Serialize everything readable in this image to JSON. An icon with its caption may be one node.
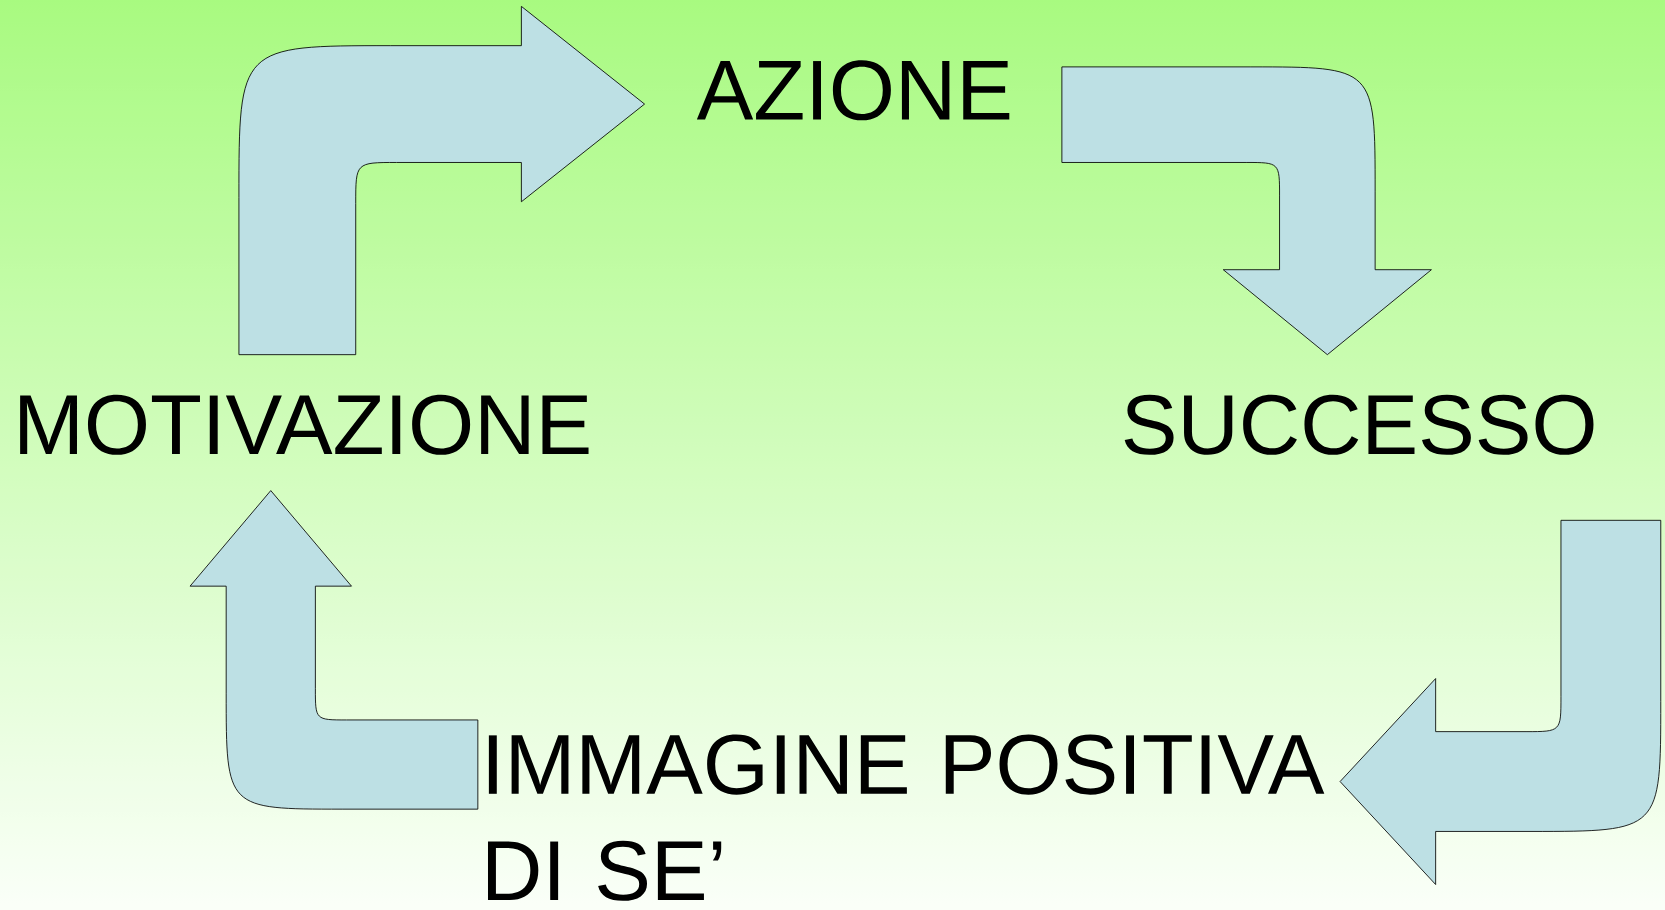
{
  "diagram": {
    "nodes": [
      {
        "text": [
          "AZIONE"
        ]
      },
      {
        "text": [
          "SUCCESSO"
        ]
      },
      {
        "text": [
          "IMMAGINE POSITIVA DI SE’"
        ]
      },
      {
        "text": [
          "MOTIVAZIONE"
        ]
      }
    ],
    "edges": [
      {
        "from": 3,
        "to": 0,
        "arrow": "to"
      },
      {
        "from": 0,
        "to": 1,
        "arrow": "to"
      },
      {
        "from": 1,
        "to": 2,
        "arrow": "to"
      },
      {
        "from": 2,
        "to": 3,
        "arrow": "to"
      }
    ]
  }
}
